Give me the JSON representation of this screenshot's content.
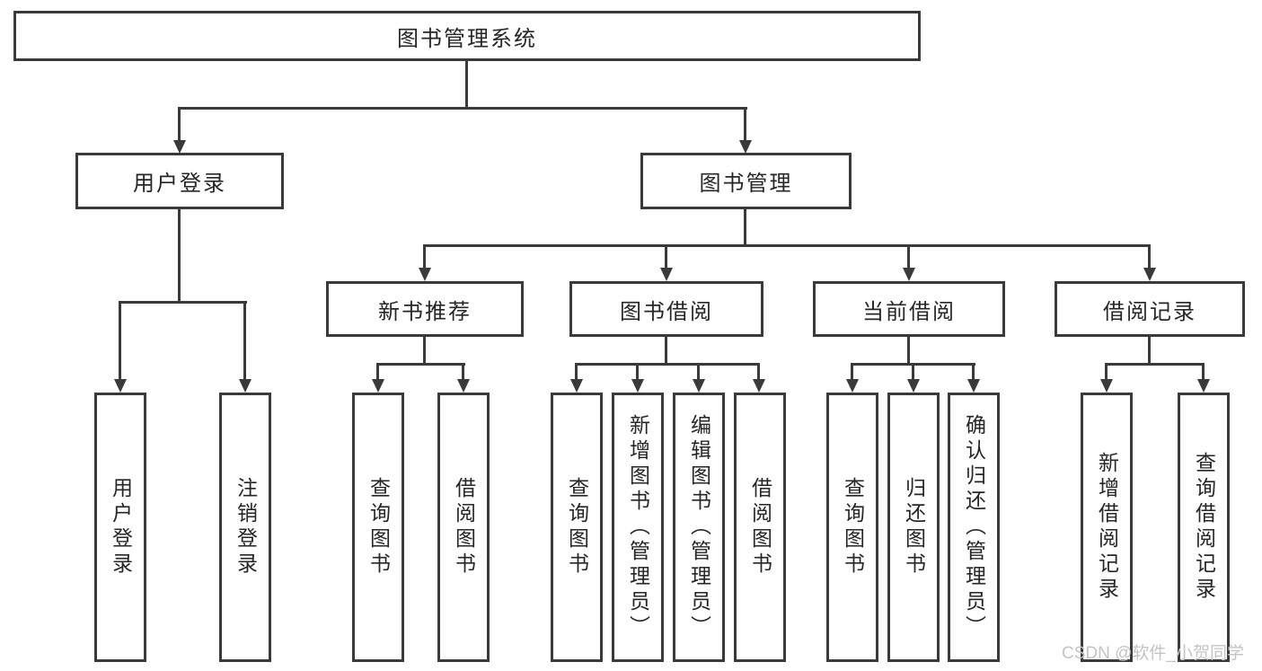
{
  "diagram": {
    "root": {
      "label": "图书管理系统"
    },
    "branches": [
      {
        "label": "用户登录",
        "children": [
          {
            "label": "用户登录"
          },
          {
            "label": "注销登录"
          }
        ]
      },
      {
        "label": "图书管理",
        "children": [
          {
            "label": "新书推荐",
            "children": [
              {
                "label": "查询图书"
              },
              {
                "label": "借阅图书"
              }
            ]
          },
          {
            "label": "图书借阅",
            "children": [
              {
                "label": "查询图书"
              },
              {
                "label": "新增图书（管理员）"
              },
              {
                "label": "编辑图书（管理员）"
              },
              {
                "label": "借阅图书"
              }
            ]
          },
          {
            "label": "当前借阅",
            "children": [
              {
                "label": "查询图书"
              },
              {
                "label": "归还图书"
              },
              {
                "label": "确认归还（管理员）"
              }
            ]
          },
          {
            "label": "借阅记录",
            "children": [
              {
                "label": "新增借阅记录"
              },
              {
                "label": "查询借阅记录"
              }
            ]
          }
        ]
      }
    ]
  },
  "watermark": {
    "text": "CSDN @软件_小贺同学"
  },
  "colors": {
    "line": "#3a3a3a",
    "text": "#262626",
    "watermark": "#c4c4c4",
    "background": "#ffffff"
  }
}
